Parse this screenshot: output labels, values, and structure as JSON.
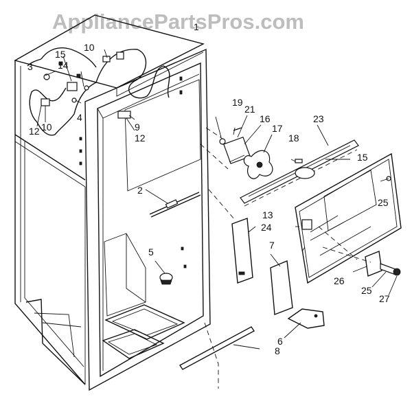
{
  "watermark": "AppliancePartsPros.com",
  "callouts": [
    "1",
    "10",
    "15",
    "3",
    "14",
    "4",
    "12",
    "10",
    "19",
    "21",
    "16",
    "17",
    "23",
    "18",
    "9",
    "12",
    "15",
    "2",
    "25",
    "13",
    "24",
    "7",
    "5",
    "26",
    "25",
    "27",
    "6",
    "8"
  ]
}
